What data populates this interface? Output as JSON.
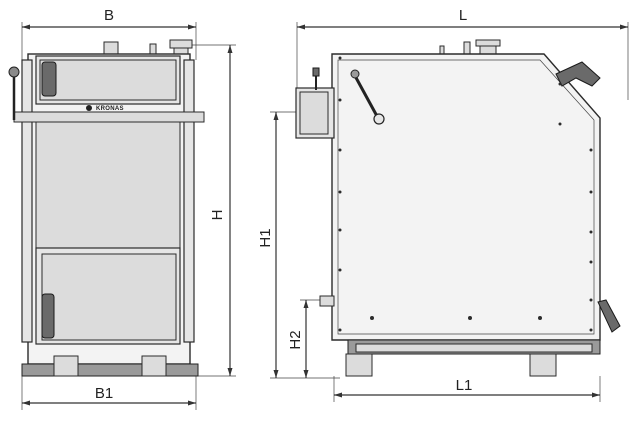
{
  "figure": {
    "front_view": {
      "dimensions": {
        "width_label": "B",
        "base_width_label": "B1",
        "height_label": "H"
      },
      "brand_plate": "KRONAS"
    },
    "side_view": {
      "dimensions": {
        "length_label": "L",
        "base_length_label": "L1",
        "flue_height_label": "H1",
        "inlet_height_label": "H2"
      }
    },
    "colors": {
      "line": "#333333",
      "body_fill": "#f3f3f3",
      "panel_fill": "#e6e6e6",
      "metal_fill": "#9a9a9a",
      "handle_fill": "#6a6a6a"
    }
  }
}
